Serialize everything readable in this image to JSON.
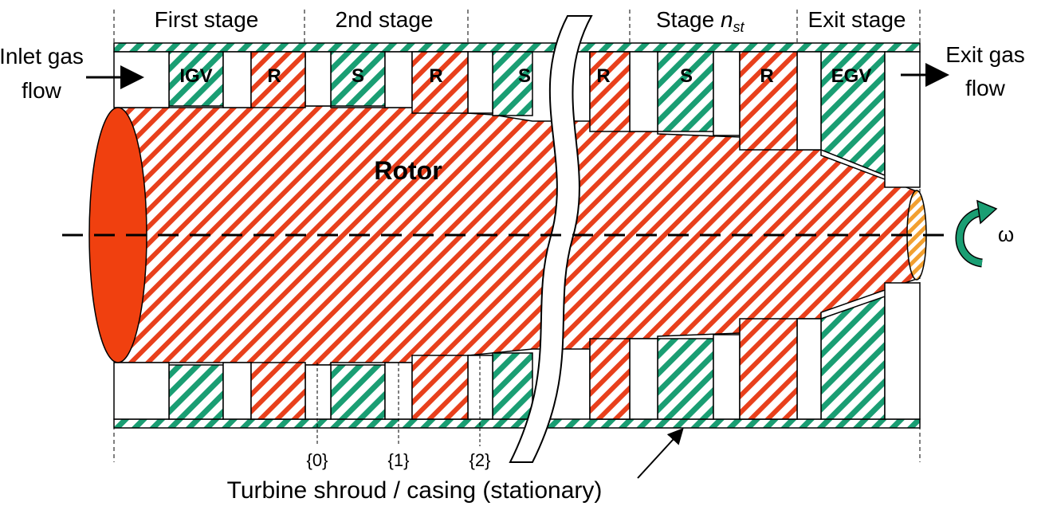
{
  "labels": {
    "first_stage": "First stage",
    "second_stage": "2nd stage",
    "stage_n_main": "Stage ",
    "stage_n_italic": "n",
    "stage_n_sub": "st",
    "exit_stage": "Exit stage",
    "inlet_line1": "Inlet gas",
    "inlet_line2": "flow",
    "exit_line1": "Exit gas",
    "exit_line2": "flow",
    "rotor": "Rotor",
    "omega": "ω",
    "station_0": "{0}",
    "station_1": "{1}",
    "station_2": "{2}",
    "casing": "Turbine shroud / casing (stationary)"
  },
  "blade_labels": [
    "IGV",
    "R",
    "S",
    "R",
    "S",
    "R",
    "S",
    "R",
    "EGV"
  ],
  "colors": {
    "stationary_stripe": "#1a9e73",
    "rotor_stripe": "#e8401c",
    "rotor_inlet_face": "#f0400f",
    "rotor_exit_face": "#f2a030",
    "rotation_arrow": "#1a9e73"
  },
  "icons": {
    "inlet_arrow": "arrow-right-icon",
    "exit_arrow": "arrow-right-icon",
    "rotation": "curved-arrow-icon"
  }
}
